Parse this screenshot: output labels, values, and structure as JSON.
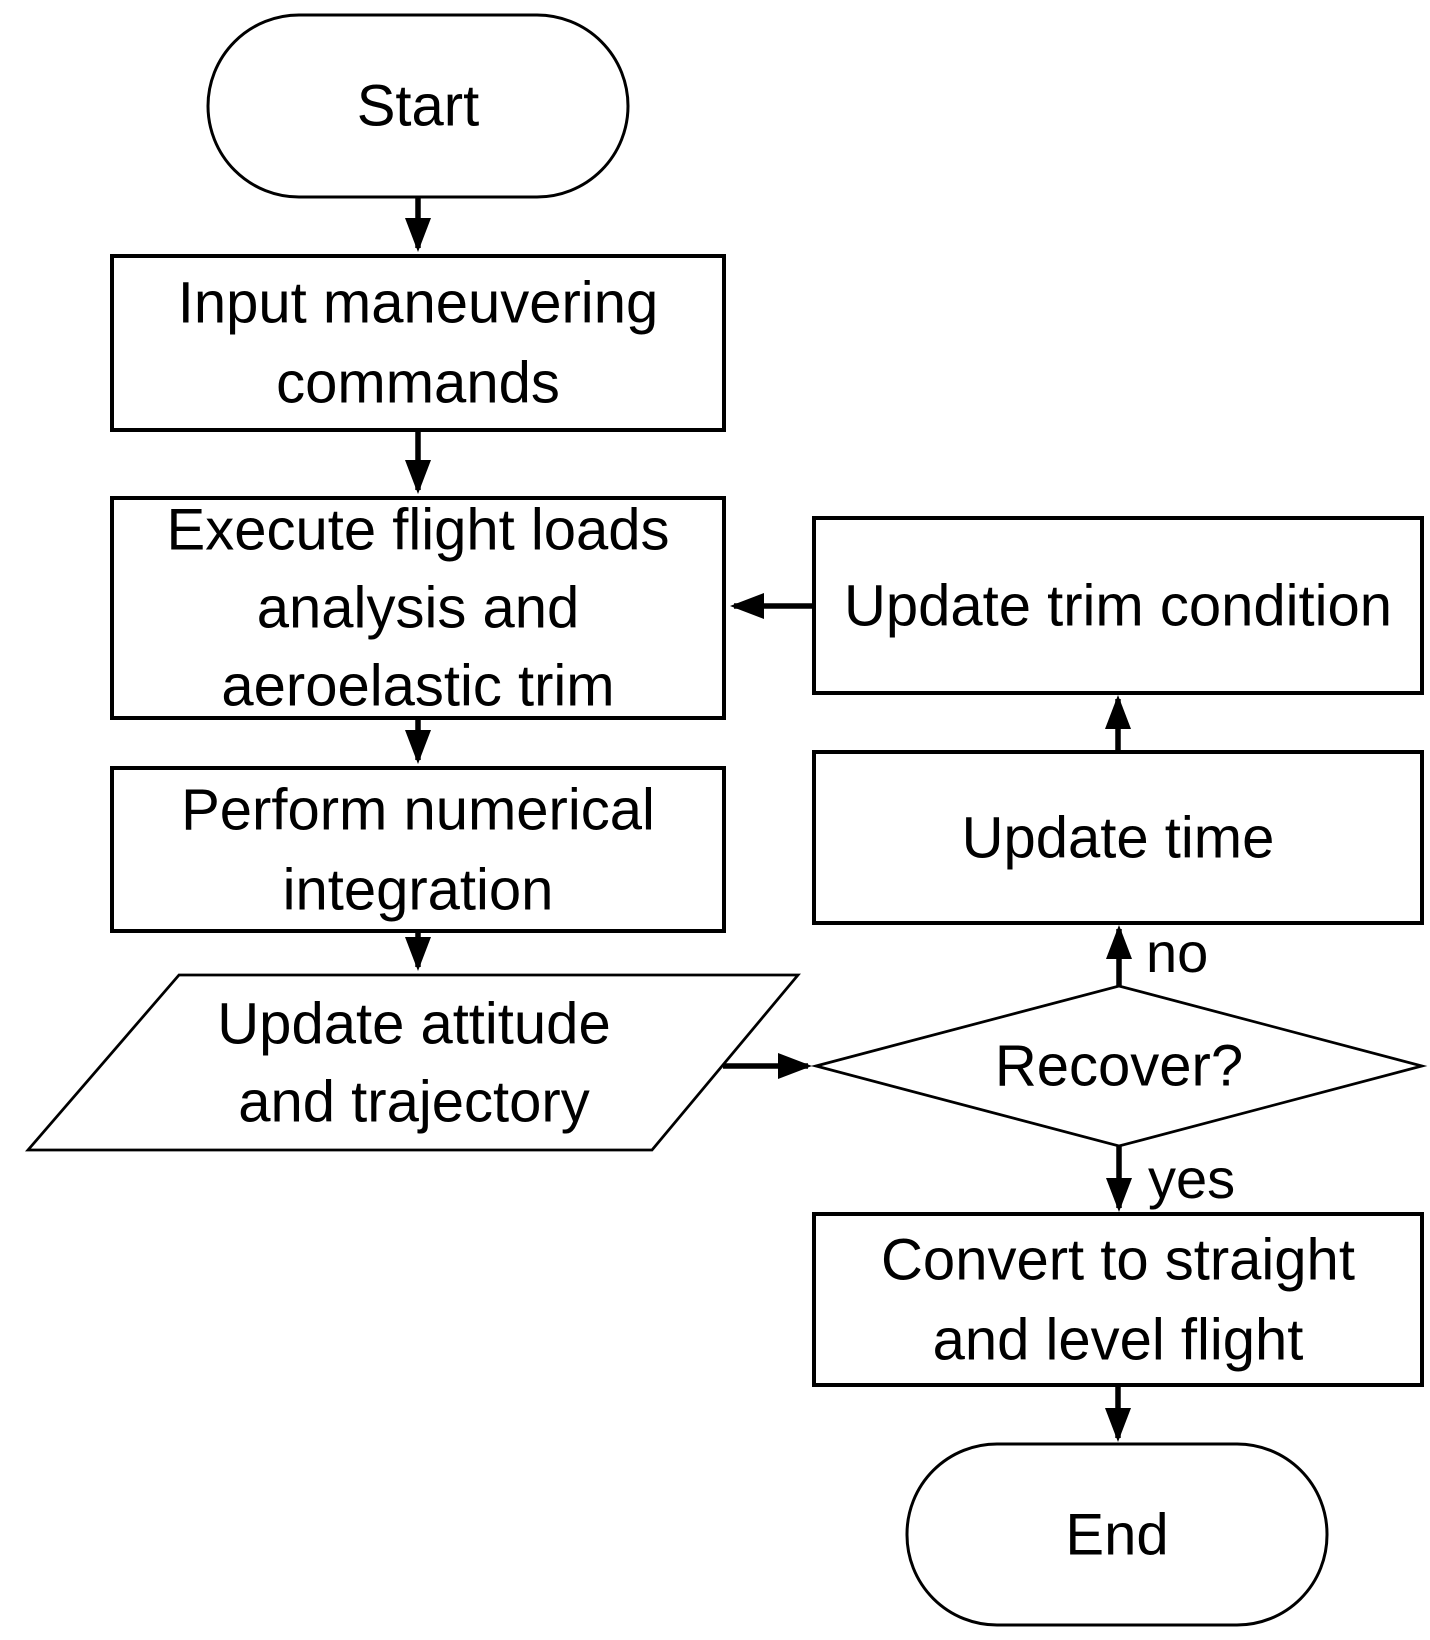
{
  "theme": {
    "ink": "#000000",
    "background": "#ffffff"
  },
  "nodes": {
    "start": {
      "type": "terminator",
      "label": "Start"
    },
    "input_commands": {
      "type": "process",
      "lines": [
        "Input maneuvering",
        "commands"
      ]
    },
    "execute_analysis": {
      "type": "process",
      "lines": [
        "Execute flight loads",
        "analysis and",
        "aeroelastic trim"
      ]
    },
    "numerical_integration": {
      "type": "process",
      "lines": [
        "Perform numerical",
        "integration"
      ]
    },
    "update_attitude": {
      "type": "data",
      "lines": [
        "Update attitude",
        "and trajectory"
      ]
    },
    "recover_decision": {
      "type": "decision",
      "label": "Recover?"
    },
    "update_trim": {
      "type": "process",
      "label": "Update trim condition"
    },
    "update_time": {
      "type": "process",
      "label": "Update time"
    },
    "convert_flight": {
      "type": "process",
      "lines": [
        "Convert to straight",
        "and level flight"
      ]
    },
    "end": {
      "type": "terminator",
      "label": "End"
    }
  },
  "edge_labels": {
    "no": "no",
    "yes": "yes"
  }
}
